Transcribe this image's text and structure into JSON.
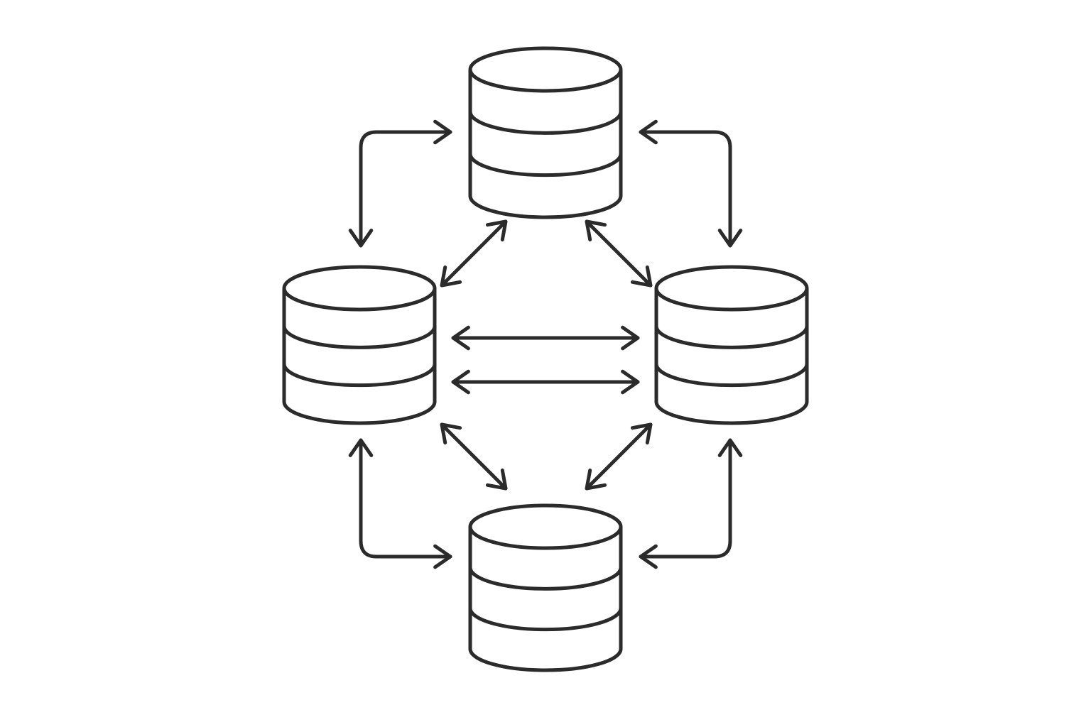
{
  "diagram": {
    "kind": "replicated database network",
    "colors": {
      "stroke": "#2b2b2b",
      "background": "#ffffff"
    },
    "nodes": [
      {
        "id": "db-top",
        "icon": "database-icon",
        "position": "top",
        "layers": 3
      },
      {
        "id": "db-left",
        "icon": "database-icon",
        "position": "left",
        "layers": 3
      },
      {
        "id": "db-right",
        "icon": "database-icon",
        "position": "right",
        "layers": 3
      },
      {
        "id": "db-bottom",
        "icon": "database-icon",
        "position": "bottom",
        "layers": 3
      }
    ],
    "connections": [
      {
        "id": "conn-top-left-outer",
        "from": "db-top",
        "to": "db-left",
        "style": "elbow",
        "direction": "bidirectional"
      },
      {
        "id": "conn-top-right-outer",
        "from": "db-top",
        "to": "db-right",
        "style": "elbow",
        "direction": "bidirectional"
      },
      {
        "id": "conn-top-left-diagonal",
        "from": "db-top",
        "to": "db-left",
        "style": "straight",
        "direction": "bidirectional"
      },
      {
        "id": "conn-top-right-diagonal",
        "from": "db-top",
        "to": "db-right",
        "style": "straight",
        "direction": "bidirectional"
      },
      {
        "id": "conn-left-right-1",
        "from": "db-left",
        "to": "db-right",
        "style": "straight",
        "direction": "bidirectional"
      },
      {
        "id": "conn-left-right-2",
        "from": "db-left",
        "to": "db-right",
        "style": "straight",
        "direction": "bidirectional"
      },
      {
        "id": "conn-left-bottom-diagonal",
        "from": "db-left",
        "to": "db-bottom",
        "style": "straight",
        "direction": "bidirectional"
      },
      {
        "id": "conn-right-bottom-diagonal",
        "from": "db-right",
        "to": "db-bottom",
        "style": "straight",
        "direction": "bidirectional"
      },
      {
        "id": "conn-left-bottom-outer",
        "from": "db-left",
        "to": "db-bottom",
        "style": "elbow",
        "direction": "bidirectional"
      },
      {
        "id": "conn-right-bottom-outer",
        "from": "db-right",
        "to": "db-bottom",
        "style": "elbow",
        "direction": "bidirectional"
      }
    ]
  }
}
